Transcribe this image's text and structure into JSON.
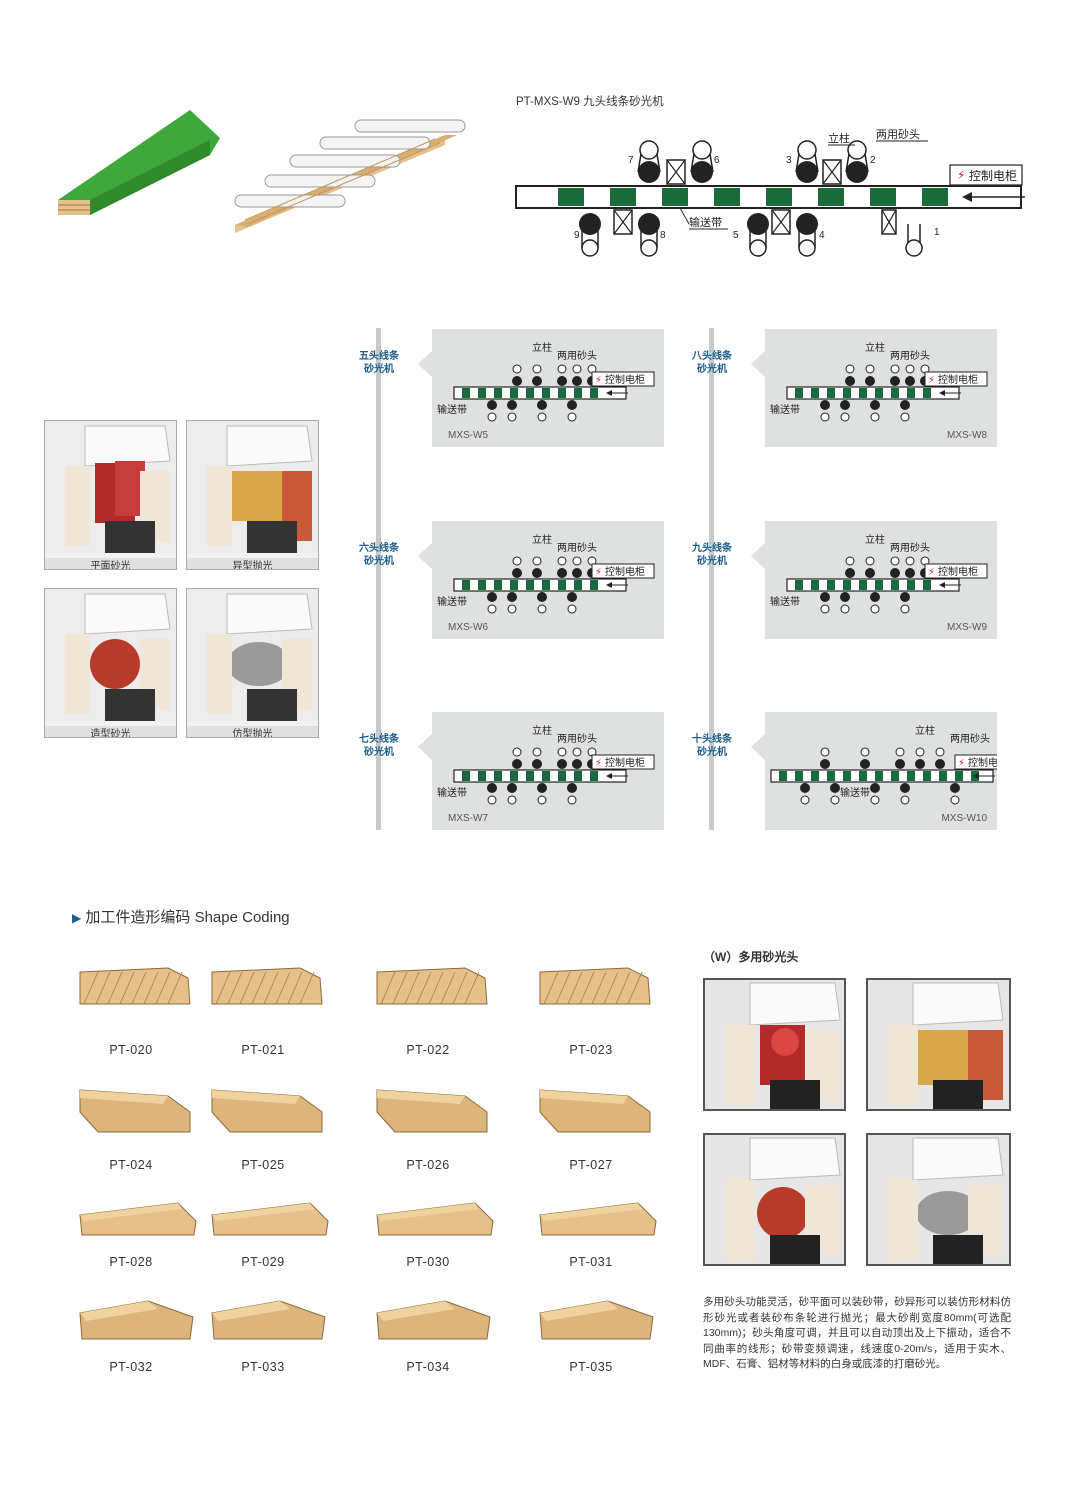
{
  "top_machine": {
    "title": "PT-MXS-W9   九头线条砂光机",
    "labels": {
      "post": "立柱",
      "dual_head": "两用砂头",
      "control": "控制电柜",
      "conveyor": "输送带"
    },
    "numbers": [
      "7",
      "6",
      "3",
      "2",
      "9",
      "8",
      "5",
      "4",
      "1"
    ]
  },
  "diagrams": [
    {
      "side_label": "五头线条\n砂光机",
      "model": "MXS-W5"
    },
    {
      "side_label": "八头线条\n砂光机",
      "model": "MXS-W8"
    },
    {
      "side_label": "六头线条\n砂光机",
      "model": "MXS-W6"
    },
    {
      "side_label": "九头线条\n砂光机",
      "model": "MXS-W9"
    },
    {
      "side_label": "七头线条\n砂光机",
      "model": "MXS-W7"
    },
    {
      "side_label": "十头线条\n砂光机",
      "model": "MXS-W10"
    }
  ],
  "diagram_labels": {
    "dual_head": "两用砂头",
    "post": "立柱",
    "control": "控制电柜",
    "conveyor": "输送带"
  },
  "head_photos": [
    {
      "caption": "平面砂光"
    },
    {
      "caption": "异型抛光"
    },
    {
      "caption": "造型砂光"
    },
    {
      "caption": "仿型抛光"
    }
  ],
  "shape_coding": {
    "heading": "加工件造形编码 Shape Coding",
    "codes": [
      "PT-020",
      "PT-021",
      "PT-022",
      "PT-023",
      "PT-024",
      "PT-025",
      "PT-026",
      "PT-027",
      "PT-028",
      "PT-029",
      "PT-030",
      "PT-031",
      "PT-032",
      "PT-033",
      "PT-034",
      "PT-035"
    ]
  },
  "multi_head": {
    "title": "（W）多用砂光头",
    "description": "多用砂头功能灵活，砂平面可以装砂带，砂异形可以装仿形材料仿形砂光或者装砂布条轮进行抛光；最大砂削宽度80mm(可选配130mm)；砂头角度可调，并且可以自动顶出及上下振动，适合不同曲率的线形；砂带变频调速，线速度0-20m/s，适用于实木、MDF、石膏、铝材等材料的白身或底漆的打磨砂光。"
  },
  "colors": {
    "green": "#1a6b3c",
    "wood": "#e6c08a",
    "panel": "#dfe0e0",
    "accent_blue": "#1a5e8a"
  }
}
